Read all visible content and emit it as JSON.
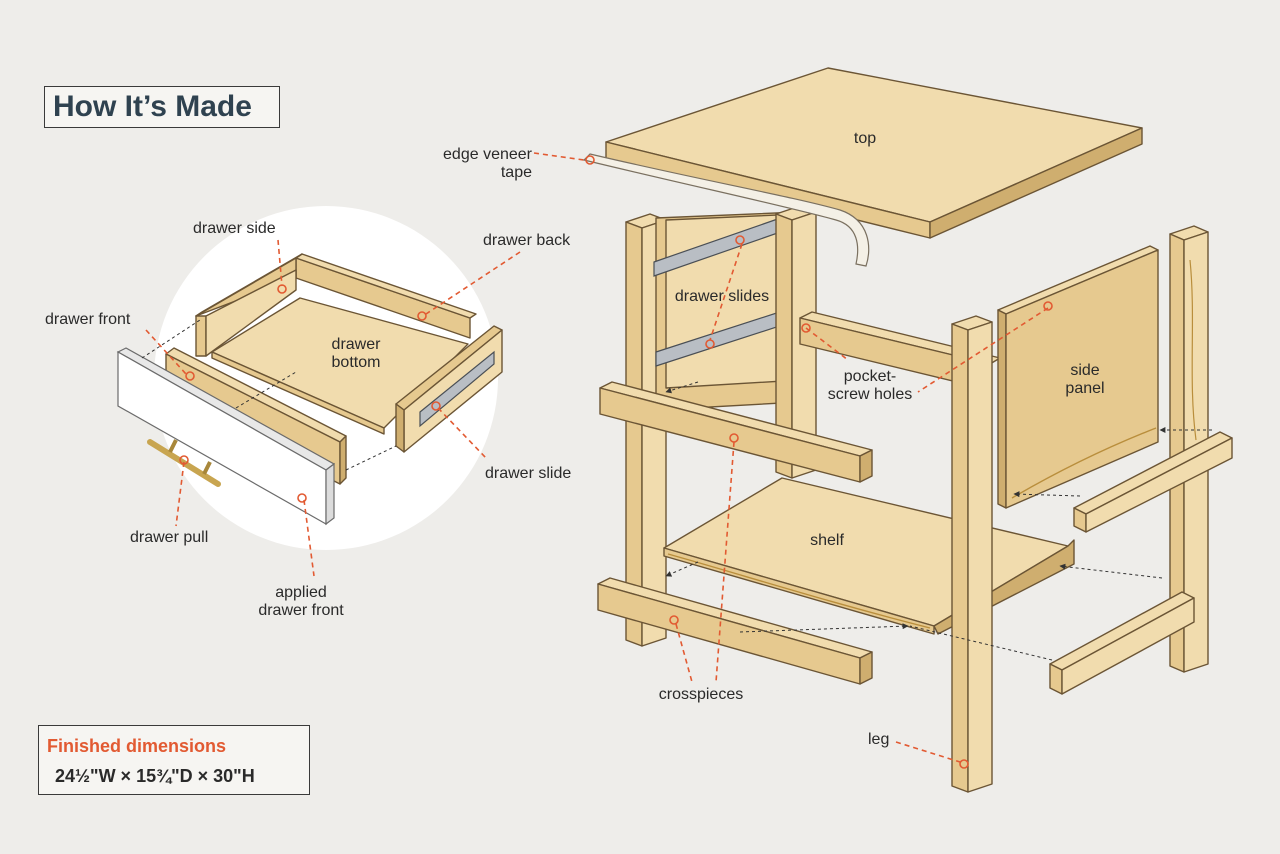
{
  "title": "How It’s Made",
  "finished_dimensions": {
    "heading": "Finished dimensions",
    "value": "24½\"W × 15¾\"D × 30\"H"
  },
  "callouts": {
    "edge_veneer_tape": "edge veneer\ntape",
    "top": "top",
    "drawer_slides": "drawer slides",
    "pocket_screw_holes": "pocket-\nscrew holes",
    "side_panel": "side\npanel",
    "shelf": "shelf",
    "crosspieces": "crosspieces",
    "leg": "leg",
    "drawer_side": "drawer side",
    "drawer_back": "drawer back",
    "drawer_front": "drawer front",
    "drawer_bottom": "drawer\nbottom",
    "drawer_slide": "drawer slide",
    "drawer_pull": "drawer pull",
    "applied_drawer_front": "applied\ndrawer front"
  },
  "colors": {
    "wood_light": "#f1dcae",
    "wood_mid": "#e6c98f",
    "wood_dark": "#cfae6f",
    "outline": "#6b5535",
    "callout": "#e25a32",
    "title_text": "#2f4250",
    "white_board": "#ffffff",
    "brass": "#c8a550"
  }
}
